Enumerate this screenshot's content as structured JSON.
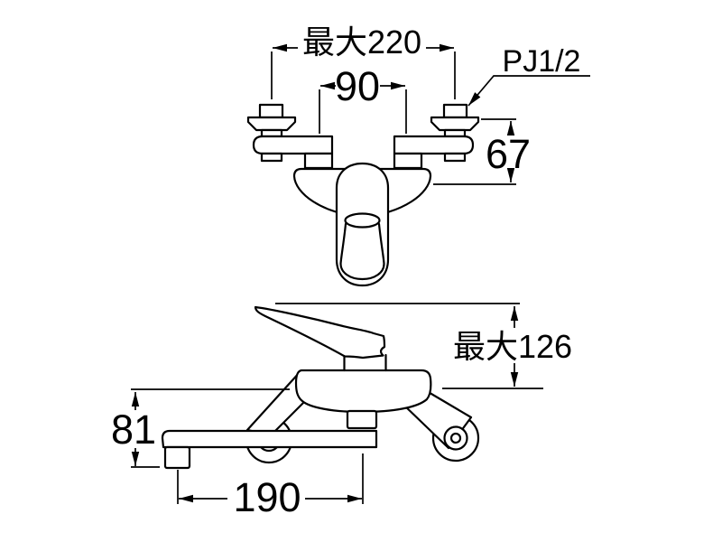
{
  "page": {
    "background": "#ffffff",
    "line_color": "#000000",
    "type": "technical dimension drawing of wall-mounted single-lever faucet, top view and side view"
  },
  "top_view": {
    "dims": {
      "max_width_label": "最大220",
      "inlet_spacing_label": "90",
      "thread_label": "PJ1/2",
      "depth_label": "67"
    }
  },
  "side_view": {
    "dims": {
      "max_height_label": "最大126",
      "spout_height_label": "81",
      "spout_reach_label": "190"
    }
  }
}
